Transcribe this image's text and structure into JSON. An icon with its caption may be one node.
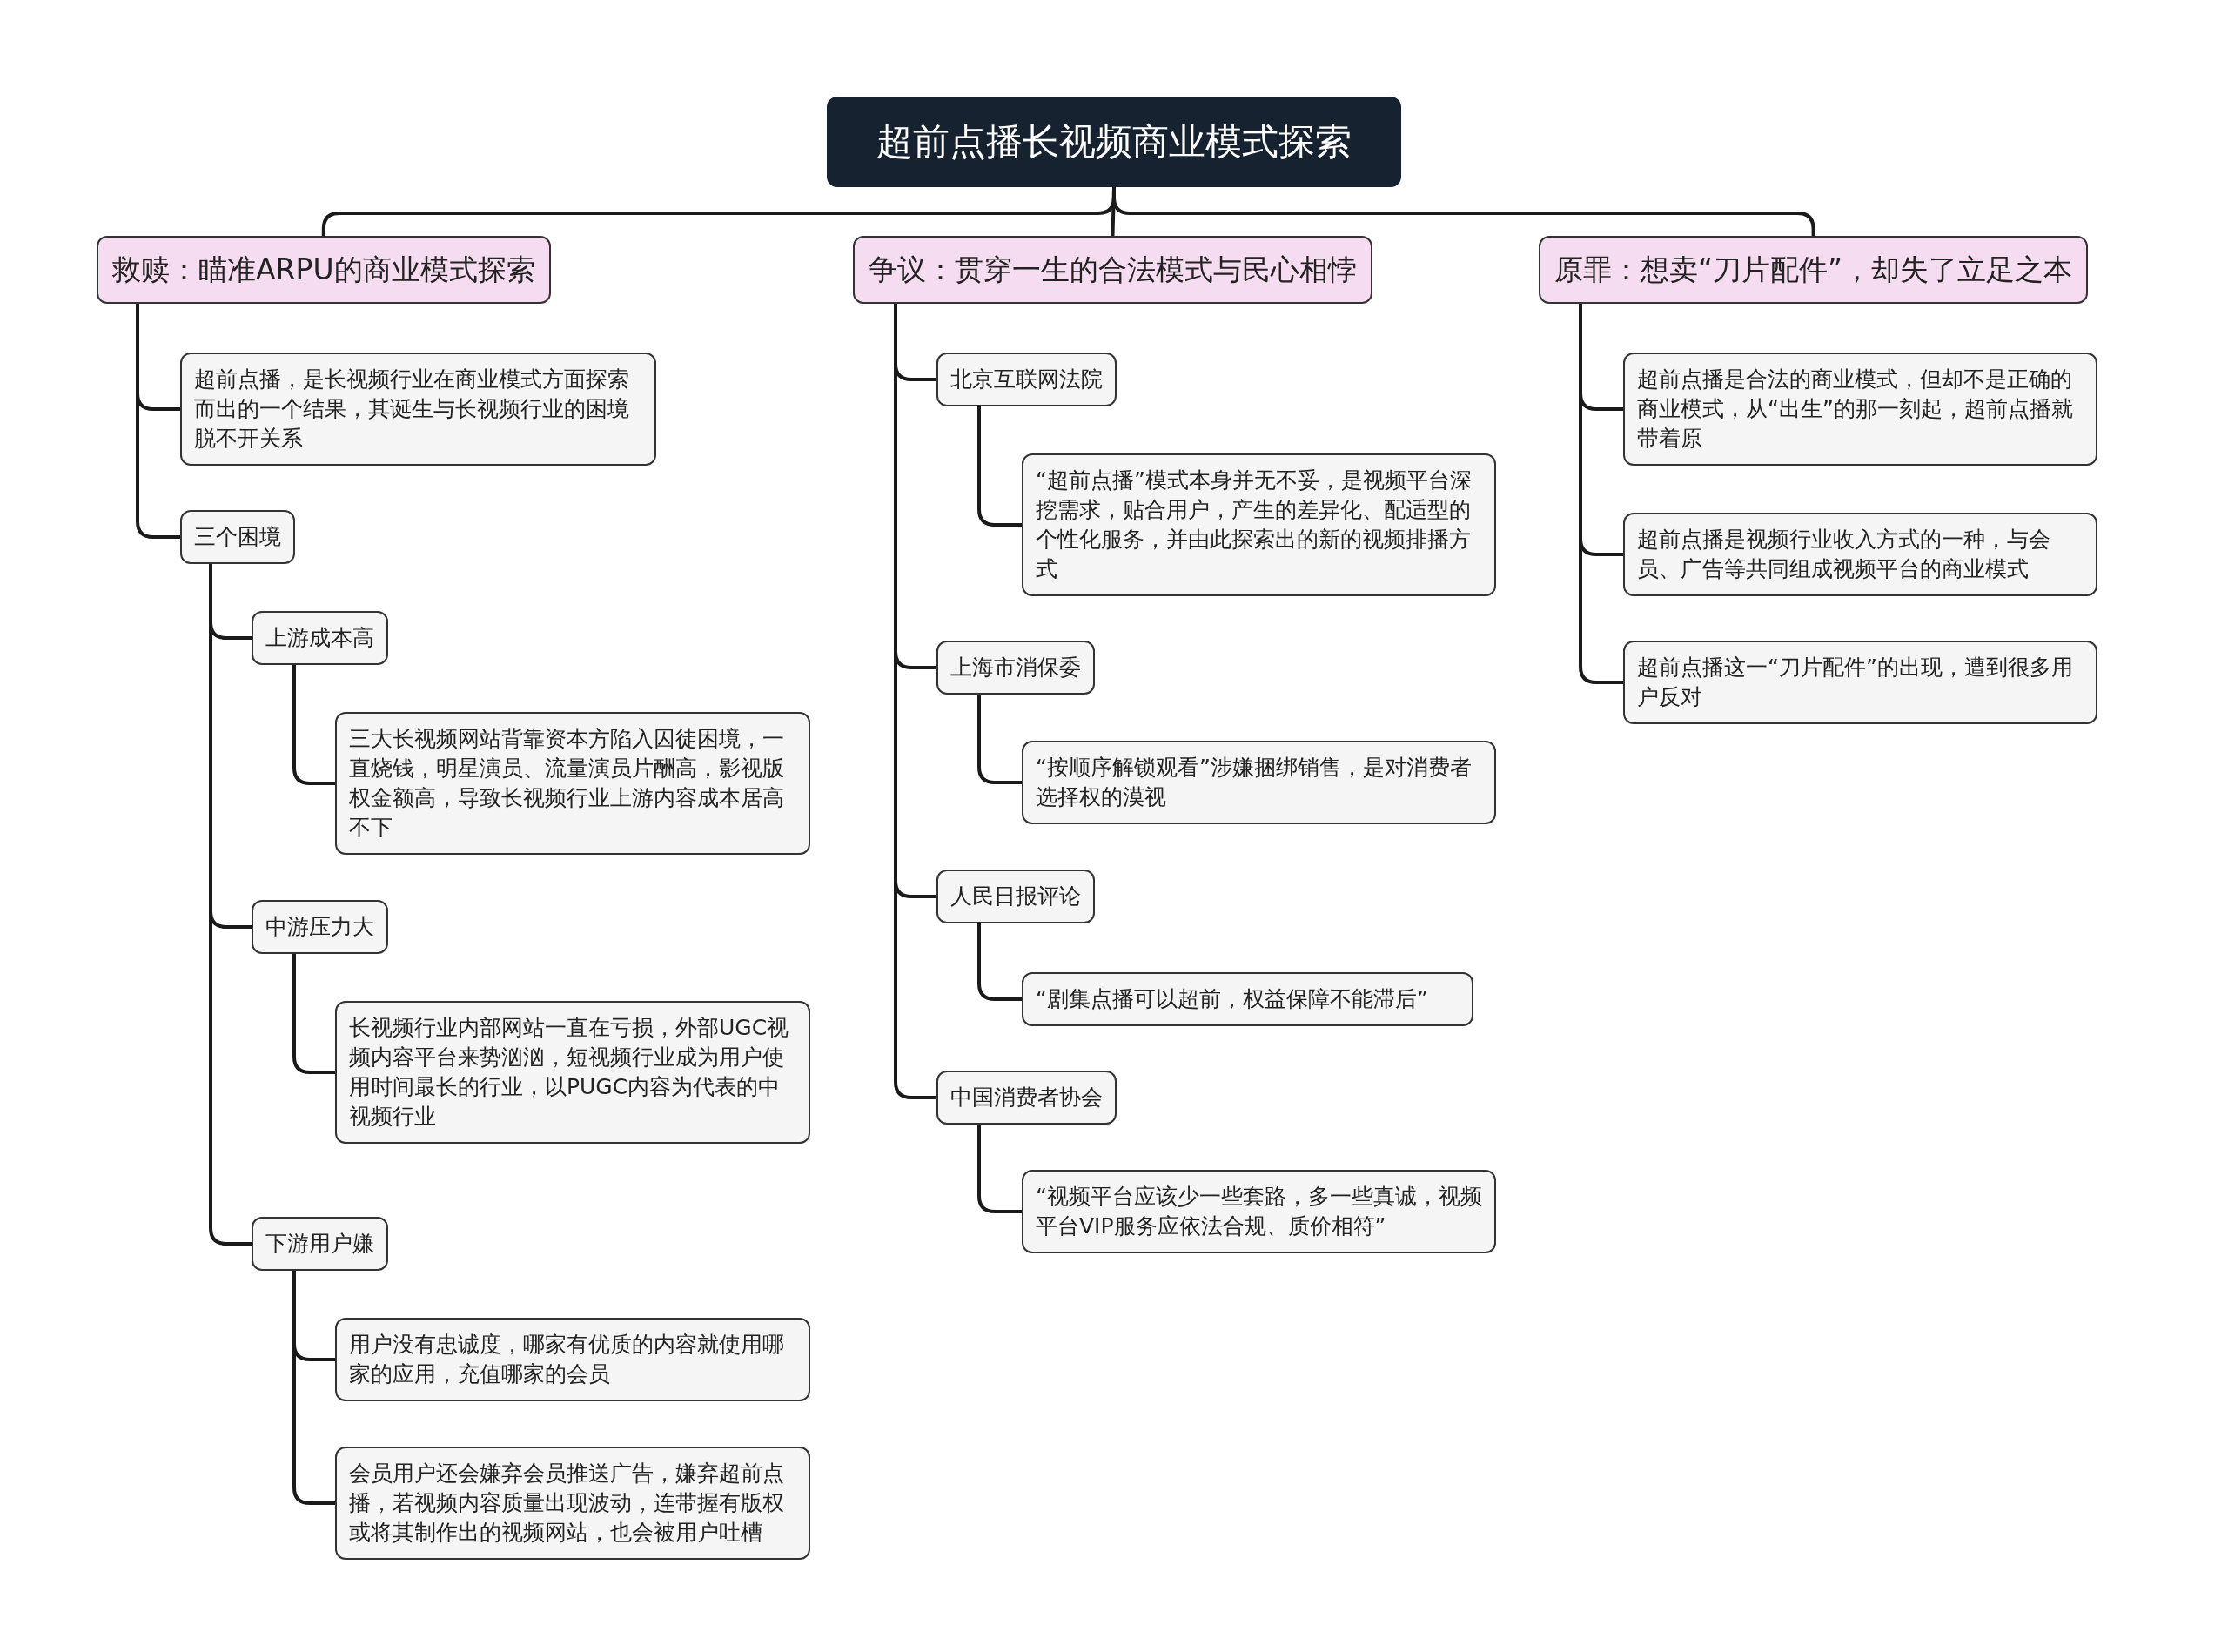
{
  "diagram": {
    "nodes": [
      {
        "text": [
          "超前点播长视频商业模式探索"
        ]
      },
      {
        "text": [
          "救赎：瞄准ARPU的商业模式探索"
        ]
      },
      {
        "text": [
          "争议：贯穿一生的合法模式与民心相悖"
        ]
      },
      {
        "text": [
          "原罪：想卖“刀片配件”，却失了立足之本"
        ]
      },
      {
        "text": [
          "超前点播，是长视频行业在商业模式方面探索而出的一个结果，其诞生与长视频行业的困境脱不开关系"
        ]
      },
      {
        "text": [
          "三个困境"
        ]
      },
      {
        "text": [
          "上游成本高"
        ]
      },
      {
        "text": [
          "三大长视频网站背靠资本方陷入囚徒困境，一直烧钱，明星演员、流量演员片酬高，影视版权金额高，导致长视频行业上游内容成本居高不下"
        ]
      },
      {
        "text": [
          "中游压力大"
        ]
      },
      {
        "text": [
          "长视频行业内部网站一直在亏损，外部UGC视频内容平台来势汹汹，短视频行业成为用户使用时间最长的行业，以PUGC内容为代表的中视频行业"
        ]
      },
      {
        "text": [
          "下游用户嫌"
        ]
      },
      {
        "text": [
          "用户没有忠诚度，哪家有优质的内容就使用哪家的应用，充值哪家的会员"
        ]
      },
      {
        "text": [
          "会员用户还会嫌弃会员推送广告，嫌弃超前点播，若视频内容质量出现波动，连带握有版权或将其制作出的视频网站，也会被用户吐槽"
        ]
      },
      {
        "text": [
          "北京互联网法院"
        ]
      },
      {
        "text": [
          "“超前点播”模式本身并无不妥，是视频平台深挖需求，贴合用户，产生的差异化、配适型的个性化服务，并由此探索出的新的视频排播方式"
        ]
      },
      {
        "text": [
          "上海市消保委"
        ]
      },
      {
        "text": [
          "“按顺序解锁观看”涉嫌捆绑销售，是对消费者选择权的漠视"
        ]
      },
      {
        "text": [
          "人民日报评论"
        ]
      },
      {
        "text": [
          "“剧集点播可以超前，权益保障不能滞后”"
        ]
      },
      {
        "text": [
          "中国消费者协会"
        ]
      },
      {
        "text": [
          "“视频平台应该少一些套路，多一些真诚，视频平台VIP服务应依法合规、质价相符”"
        ]
      },
      {
        "text": [
          "超前点播是合法的商业模式，但却不是正确的商业模式，从“出生”的那一刻起，超前点播就带着原"
        ]
      },
      {
        "text": [
          "超前点播是视频行业收入方式的一种，与会员、广告等共同组成视频平台的商业模式"
        ]
      },
      {
        "text": [
          "超前点播这一“刀片配件”的出现，遭到很多用户反对"
        ]
      }
    ],
    "edges": [
      {
        "from": 0,
        "to": 1,
        "arrow": "none"
      },
      {
        "from": 0,
        "to": 2,
        "arrow": "none"
      },
      {
        "from": 0,
        "to": 3,
        "arrow": "none"
      },
      {
        "from": 1,
        "to": 4,
        "arrow": "none"
      },
      {
        "from": 1,
        "to": 5,
        "arrow": "none"
      },
      {
        "from": 5,
        "to": 6,
        "arrow": "none"
      },
      {
        "from": 6,
        "to": 7,
        "arrow": "none"
      },
      {
        "from": 5,
        "to": 8,
        "arrow": "none"
      },
      {
        "from": 8,
        "to": 9,
        "arrow": "none"
      },
      {
        "from": 5,
        "to": 10,
        "arrow": "none"
      },
      {
        "from": 10,
        "to": 11,
        "arrow": "none"
      },
      {
        "from": 10,
        "to": 12,
        "arrow": "none"
      },
      {
        "from": 2,
        "to": 13,
        "arrow": "none"
      },
      {
        "from": 13,
        "to": 14,
        "arrow": "none"
      },
      {
        "from": 2,
        "to": 15,
        "arrow": "none"
      },
      {
        "from": 15,
        "to": 16,
        "arrow": "none"
      },
      {
        "from": 2,
        "to": 17,
        "arrow": "none"
      },
      {
        "from": 17,
        "to": 18,
        "arrow": "none"
      },
      {
        "from": 2,
        "to": 19,
        "arrow": "none"
      },
      {
        "from": 19,
        "to": 20,
        "arrow": "none"
      },
      {
        "from": 3,
        "to": 21,
        "arrow": "none"
      },
      {
        "from": 3,
        "to": 22,
        "arrow": "none"
      },
      {
        "from": 3,
        "to": 23,
        "arrow": "none"
      }
    ]
  }
}
